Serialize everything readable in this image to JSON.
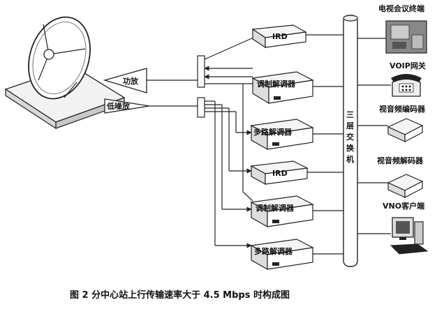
{
  "devices": {
    "ird_1": "IRD",
    "modem_1": "调制解调器",
    "demux_1": "多路解调器",
    "ird_2": "IRD",
    "modem_2": "调制解调器",
    "demux_2": "多路解调器"
  },
  "amps": {
    "power_amp": "功放",
    "lna": "低噪放"
  },
  "switch": {
    "label": [
      "三",
      "层",
      "交",
      "换",
      "机"
    ]
  },
  "terminals": {
    "video_conf": "电视会议终端",
    "voip": "VOIP网关",
    "av_encoder": "视音频编码器",
    "av_decoder": "视音频解码器",
    "vno_client": "VNO客户端"
  },
  "caption": "图 2  分中心站上行传输速率大于 4.5 Mbps 时构成图"
}
